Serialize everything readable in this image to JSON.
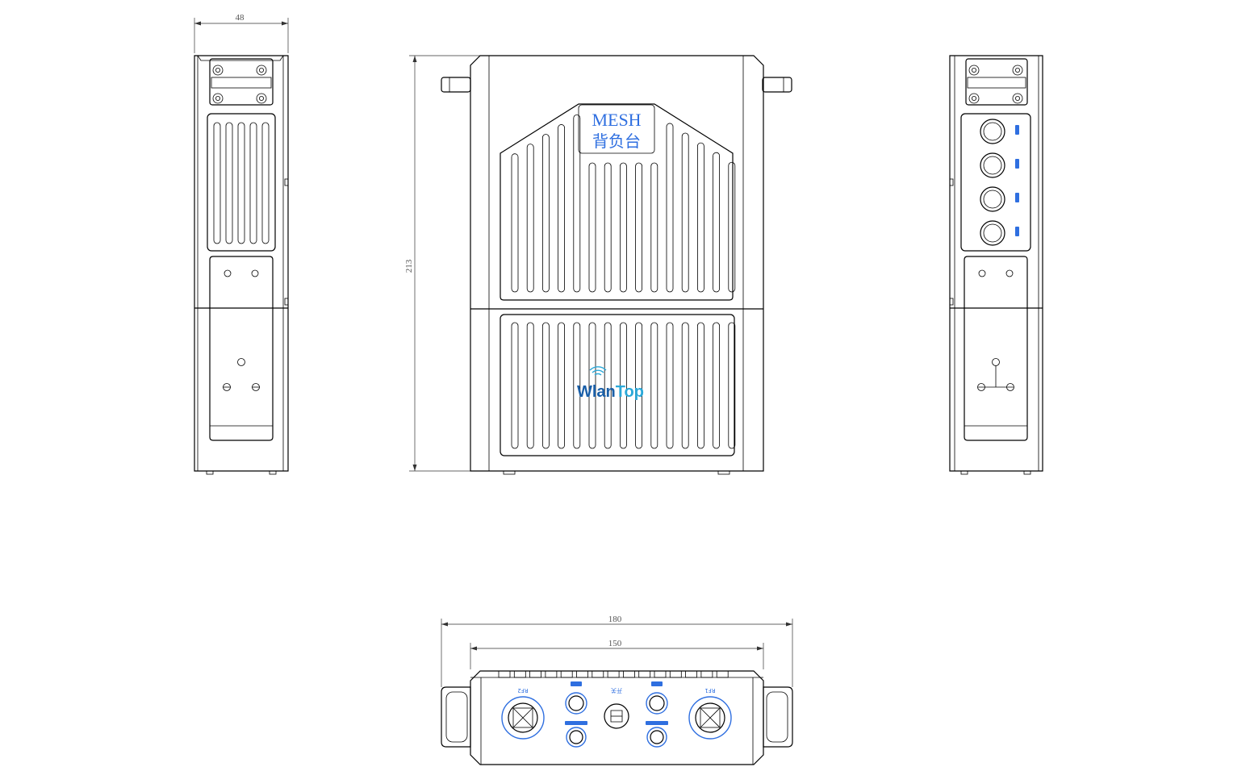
{
  "dimensions": {
    "side_width": "48",
    "front_height": "213",
    "bottom_total_width": "180",
    "bottom_body_width": "150"
  },
  "front_view": {
    "logo_line1": "MESH",
    "logo_line2": "背负台",
    "brand": "WlanTop",
    "brand_colors": {
      "wlan": "#1a5fa8",
      "top": "#2aa8d8"
    }
  },
  "right_view": {
    "port_labels": [
      "",
      "",
      "",
      ""
    ]
  },
  "bottom_view": {
    "rf_left_label": "RF2",
    "rf_right_label": "RF1",
    "center_label": "开关",
    "upper_left_port_label": "",
    "upper_right_port_label": "",
    "lower_left_port_label": "",
    "lower_right_port_label": ""
  },
  "colors": {
    "line": "#000000",
    "accent": "#2f6fe0",
    "dimension": "#555555"
  }
}
